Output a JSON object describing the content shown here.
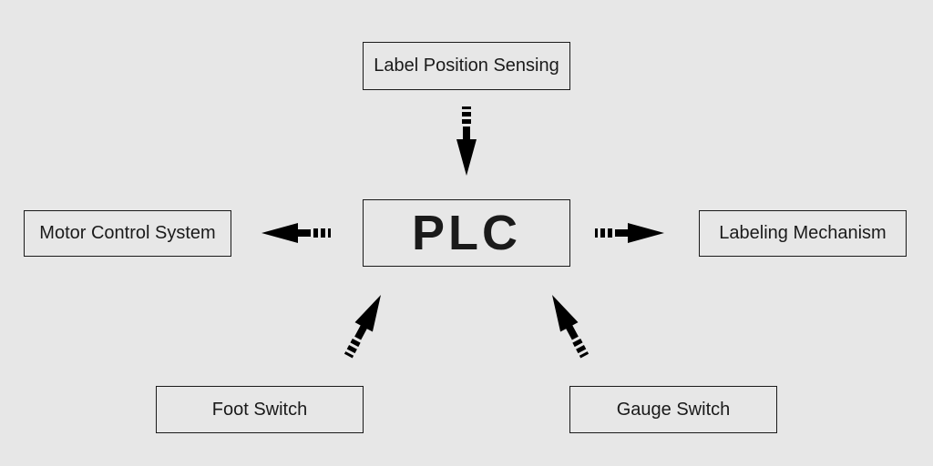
{
  "diagram": {
    "center": {
      "label": "PLC"
    },
    "inputs": [
      {
        "label": "Label Position Sensing"
      },
      {
        "label": "Foot Switch"
      },
      {
        "label": "Gauge Switch"
      }
    ],
    "outputs": [
      {
        "label": "Motor Control System"
      },
      {
        "label": "Labeling Mechanism"
      }
    ]
  },
  "colors": {
    "background": "#e7e7e7",
    "stroke": "#1a1a1a"
  }
}
